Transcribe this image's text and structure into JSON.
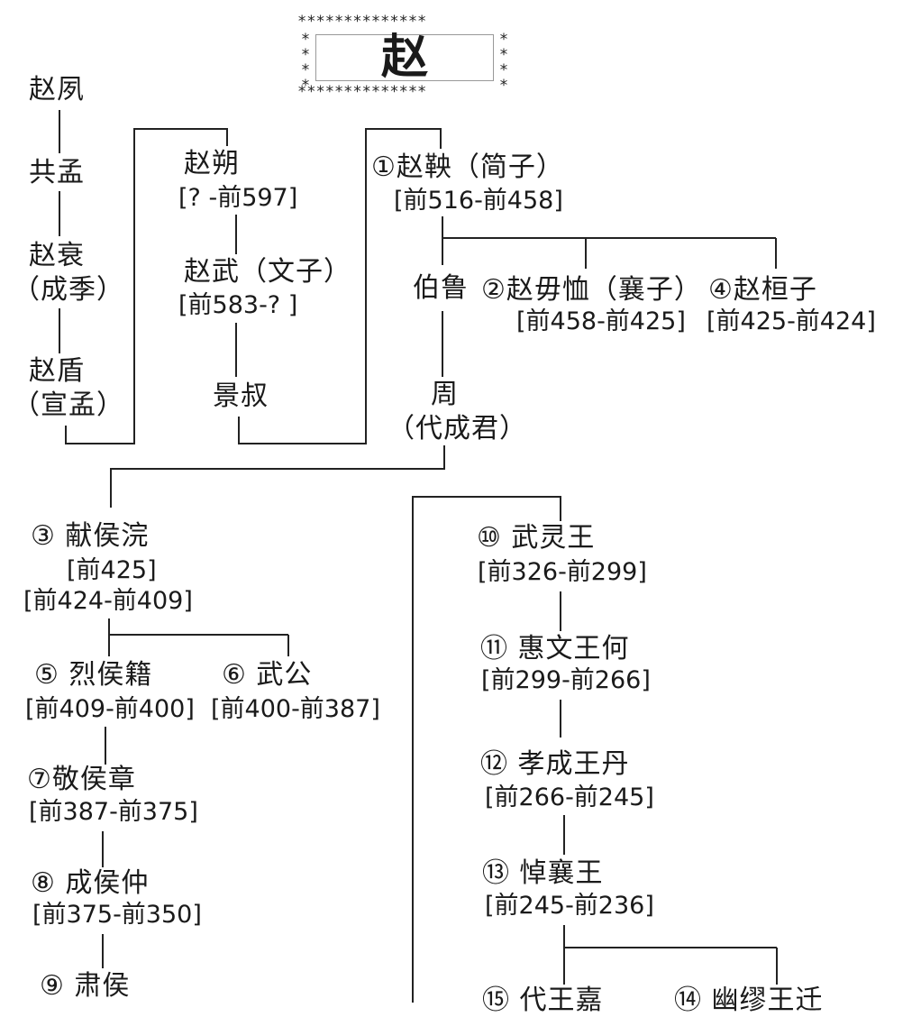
{
  "title": "赵",
  "decoration": {
    "top_border": "**************",
    "bottom_border": "**************",
    "left_border": "*\n*\n*\n*",
    "right_border": "*\n*\n*\n*"
  },
  "nodes": {
    "zhao_su": {
      "name": "赵夙"
    },
    "gong_meng": {
      "name": "共孟"
    },
    "zhao_shuai": {
      "name": "赵衰",
      "alias": "（成季）"
    },
    "zhao_dun": {
      "name": "赵盾",
      "alias": "（宣孟）"
    },
    "zhao_shuo": {
      "name": "赵朔",
      "dates": "[? -前597]"
    },
    "zhao_wu": {
      "name": "赵武（文子）",
      "dates": "[前583-? ]"
    },
    "jing_shu": {
      "name": "景叔"
    },
    "zhao_yang": {
      "name": "①赵鞅（简子）",
      "dates": "[前516-前458]"
    },
    "bo_lu": {
      "name": "伯鲁"
    },
    "zhao_wuxu": {
      "name": "②赵毋恤（襄子）",
      "dates": "[前458-前425]"
    },
    "zhao_huanzi": {
      "name": "④赵桓子",
      "dates": "[前425-前424]"
    },
    "zhou": {
      "name": "周",
      "alias": "（代成君）"
    },
    "xian_hou": {
      "name": "③ 献侯浣",
      "dates": "[前425]",
      "dates2": "[前424-前409]"
    },
    "lie_hou": {
      "name": "⑤ 烈侯籍",
      "dates": "[前409-前400]"
    },
    "wu_gong": {
      "name": "⑥ 武公",
      "dates": "[前400-前387]"
    },
    "jing_hou": {
      "name": "⑦敬侯章",
      "dates": "[前387-前375]"
    },
    "cheng_hou": {
      "name": "⑧ 成侯仲",
      "dates": "[前375-前350]"
    },
    "su_hou": {
      "name": "⑨ 肃侯"
    },
    "wuling_wang": {
      "name": "⑩ 武灵王",
      "dates": "[前326-前299]"
    },
    "huiwen_wang": {
      "name": "⑪ 惠文王何",
      "dates": "[前299-前266]"
    },
    "xiaocheng_wang": {
      "name": "⑫ 孝成王丹",
      "dates": "[前266-前245]"
    },
    "daoxiang_wang": {
      "name": "⑬ 悼襄王",
      "dates": "[前245-前236]"
    },
    "dai_wang": {
      "name": "⑮ 代王嘉"
    },
    "youmiu_wang": {
      "name": "⑭ 幽缪王迁"
    }
  }
}
